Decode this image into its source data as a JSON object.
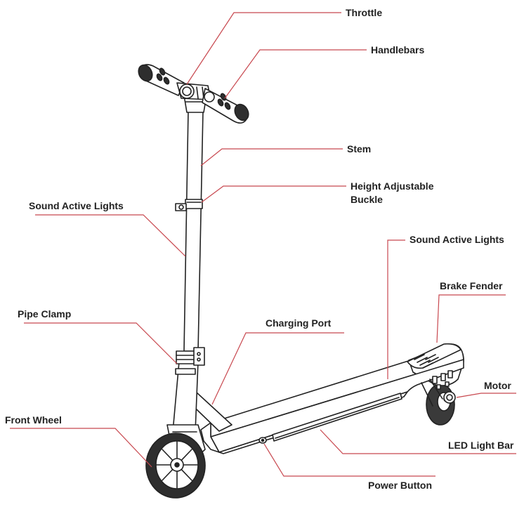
{
  "labels": {
    "throttle": "Throttle",
    "handlebars": "Handlebars",
    "stem": "Stem",
    "buckle_line1": "Height Adjustable",
    "buckle_line2": "Buckle",
    "sound_active_lights_left": "Sound Active Lights",
    "sound_active_lights_right": "Sound Active Lights",
    "brake_fender": "Brake Fender",
    "pipe_clamp": "Pipe Clamp",
    "charging_port": "Charging Port",
    "motor": "Motor",
    "front_wheel": "Front Wheel",
    "led_light_bar": "LED Light Bar",
    "power_button": "Power Button"
  },
  "colors": {
    "leader_line": "#c8484f",
    "drawing_stroke": "#222222",
    "label_text": "#222222",
    "background": "#ffffff"
  }
}
